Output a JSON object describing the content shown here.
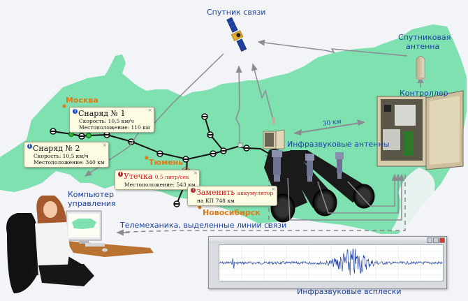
{
  "diagram": {
    "type": "pipeline-leak-monitoring-system",
    "labels": {
      "satellite": "Спутник связи",
      "satellite_antenna_line1": "Спутниковая",
      "satellite_antenna_line2": "антенна",
      "controller": "Контроллер",
      "distance": "30 км",
      "infrasound_antennas": "Инфразвуковые антенны",
      "control_computer_line1": "Компьютер",
      "control_computer_line2": "управления",
      "telemechanics": "Телемеханика, выделенные линии связи",
      "infrasound_bursts": "Инфразвуковые всплески"
    },
    "cities": [
      {
        "name": "Москва"
      },
      {
        "name": "Тюмень"
      },
      {
        "name": "Новосибирск"
      }
    ],
    "callouts": [
      {
        "id": "pig1",
        "icon": "info-icon",
        "title": "Снаряд № 1",
        "lines": [
          "Скорость: 10,5 км/ч",
          "Местоположение: 110 км"
        ]
      },
      {
        "id": "pig2",
        "icon": "info-icon",
        "title": "Снаряд № 2",
        "lines": [
          "Скорость: 10,5 км/ч",
          "Местоположение: 340 км"
        ]
      },
      {
        "id": "leak",
        "icon": "warning-icon",
        "title": "Утечка",
        "title_extra": "0,5 литр/сек",
        "lines": [
          "Местоположение: 543 км"
        ]
      },
      {
        "id": "battery",
        "icon": "warning-icon",
        "title": "Заменить",
        "title_extra": "аккумулятор",
        "lines": [
          "на КП 748 км"
        ]
      }
    ],
    "colors": {
      "background": "#f3f4f7",
      "map_land": "#7fe0b0",
      "label_blue": "#1a3fa8",
      "city_orange": "#e07a17",
      "alert_red": "#d21a1a",
      "info_blue": "#1e4fc9",
      "pipeline": "#111111",
      "signal_wave": "#1b3fa6"
    },
    "seismograph_window": {
      "close_label": "×"
    }
  }
}
